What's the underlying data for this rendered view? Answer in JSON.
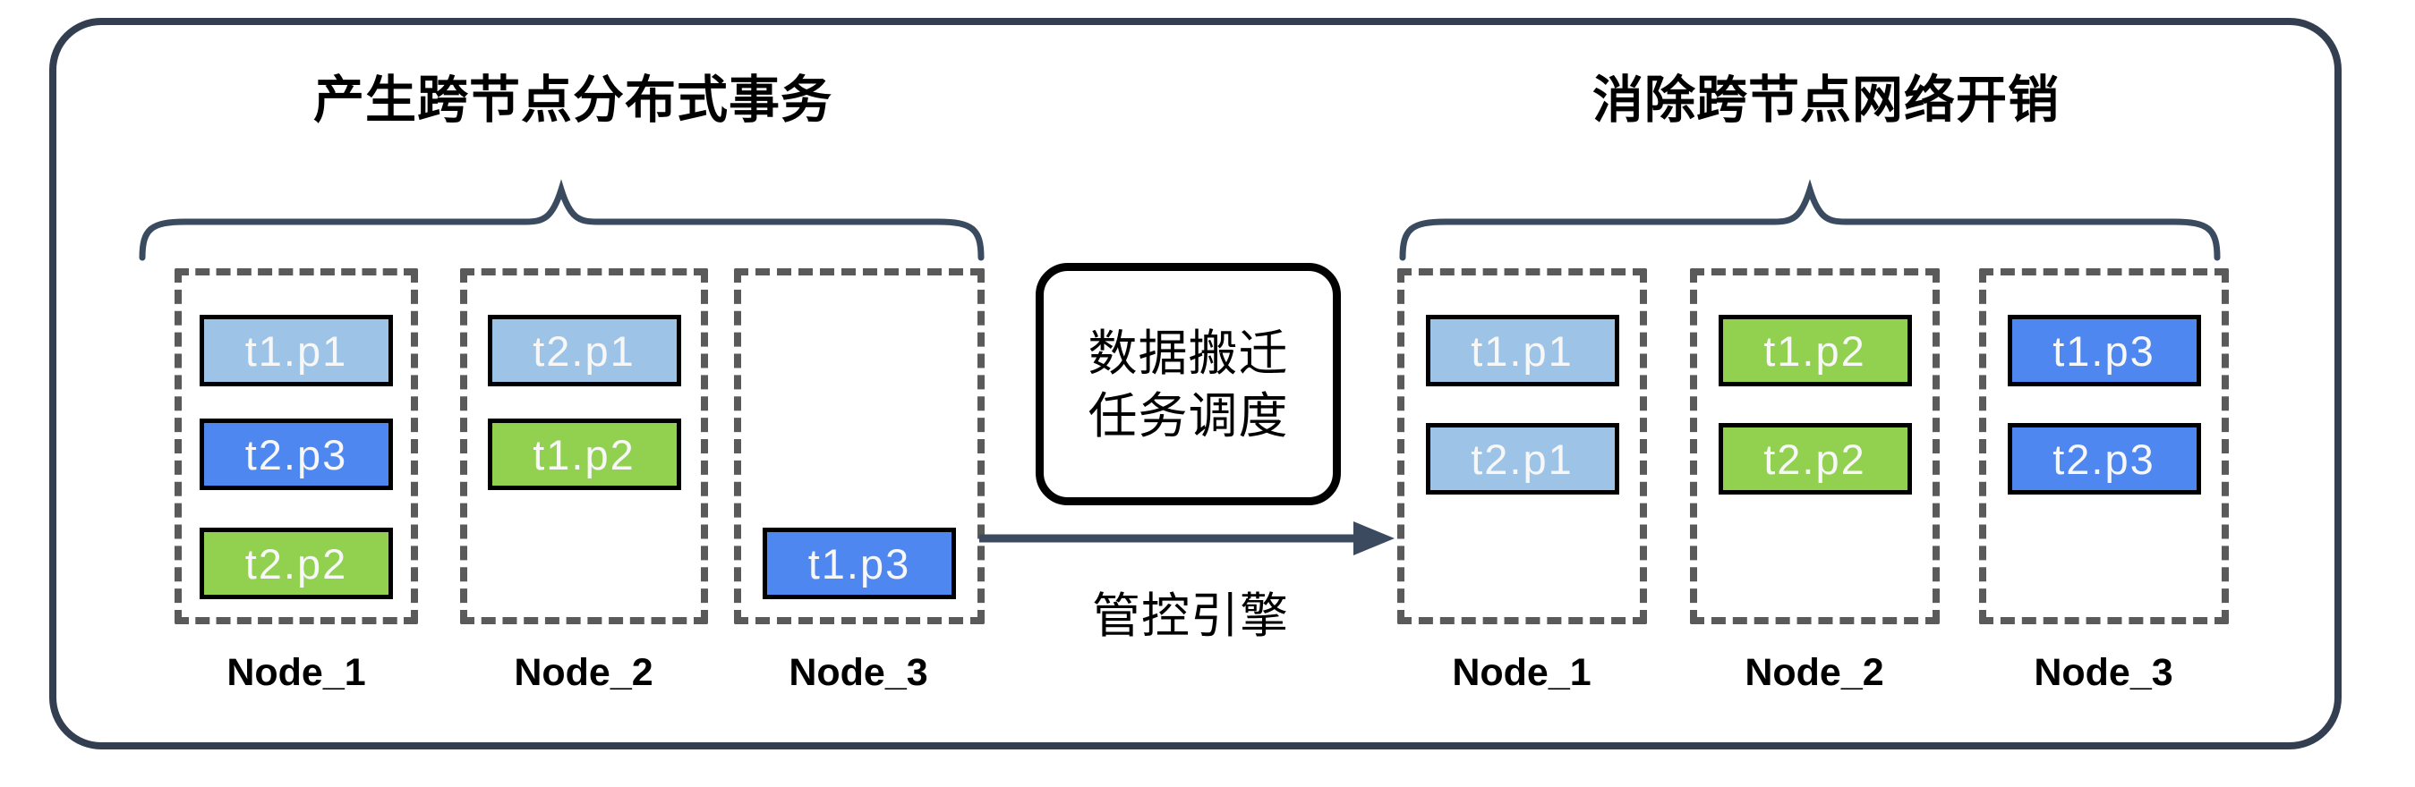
{
  "left_group": {
    "title": "产生跨节点分布式事务",
    "nodes": [
      {
        "label": "Node_1",
        "chips": [
          {
            "text": "t1.p1",
            "fill": "#9DC3E6"
          },
          {
            "text": "t2.p3",
            "fill": "#4E87F0"
          },
          {
            "text": "t2.p2",
            "fill": "#92D050"
          }
        ]
      },
      {
        "label": "Node_2",
        "chips": [
          {
            "text": "t2.p1",
            "fill": "#9DC3E6"
          },
          {
            "text": "t1.p2",
            "fill": "#92D050"
          }
        ]
      },
      {
        "label": "Node_3",
        "chips": [
          {
            "text": "t1.p3",
            "fill": "#4E87F0"
          }
        ]
      }
    ]
  },
  "engine": {
    "box_lines": [
      "数据搬迁",
      "任务调度"
    ],
    "caption": "管控引擎"
  },
  "right_group": {
    "title": "消除跨节点网络开销",
    "nodes": [
      {
        "label": "Node_1",
        "chips": [
          {
            "text": "t1.p1",
            "fill": "#9DC3E6"
          },
          {
            "text": "t2.p1",
            "fill": "#9DC3E6"
          }
        ]
      },
      {
        "label": "Node_2",
        "chips": [
          {
            "text": "t1.p2",
            "fill": "#92D050"
          },
          {
            "text": "t2.p2",
            "fill": "#92D050"
          }
        ]
      },
      {
        "label": "Node_3",
        "chips": [
          {
            "text": "t1.p3",
            "fill": "#4E87F0"
          },
          {
            "text": "t2.p3",
            "fill": "#4E87F0"
          }
        ]
      }
    ]
  },
  "colors": {
    "partition_light_blue": "#9DC3E6",
    "partition_green": "#92D050",
    "partition_blue": "#4E87F0",
    "outline_dark_slate": "#333F50",
    "dashed_gray": "#5A5A5A",
    "chip_text": "#F7F7F7"
  }
}
